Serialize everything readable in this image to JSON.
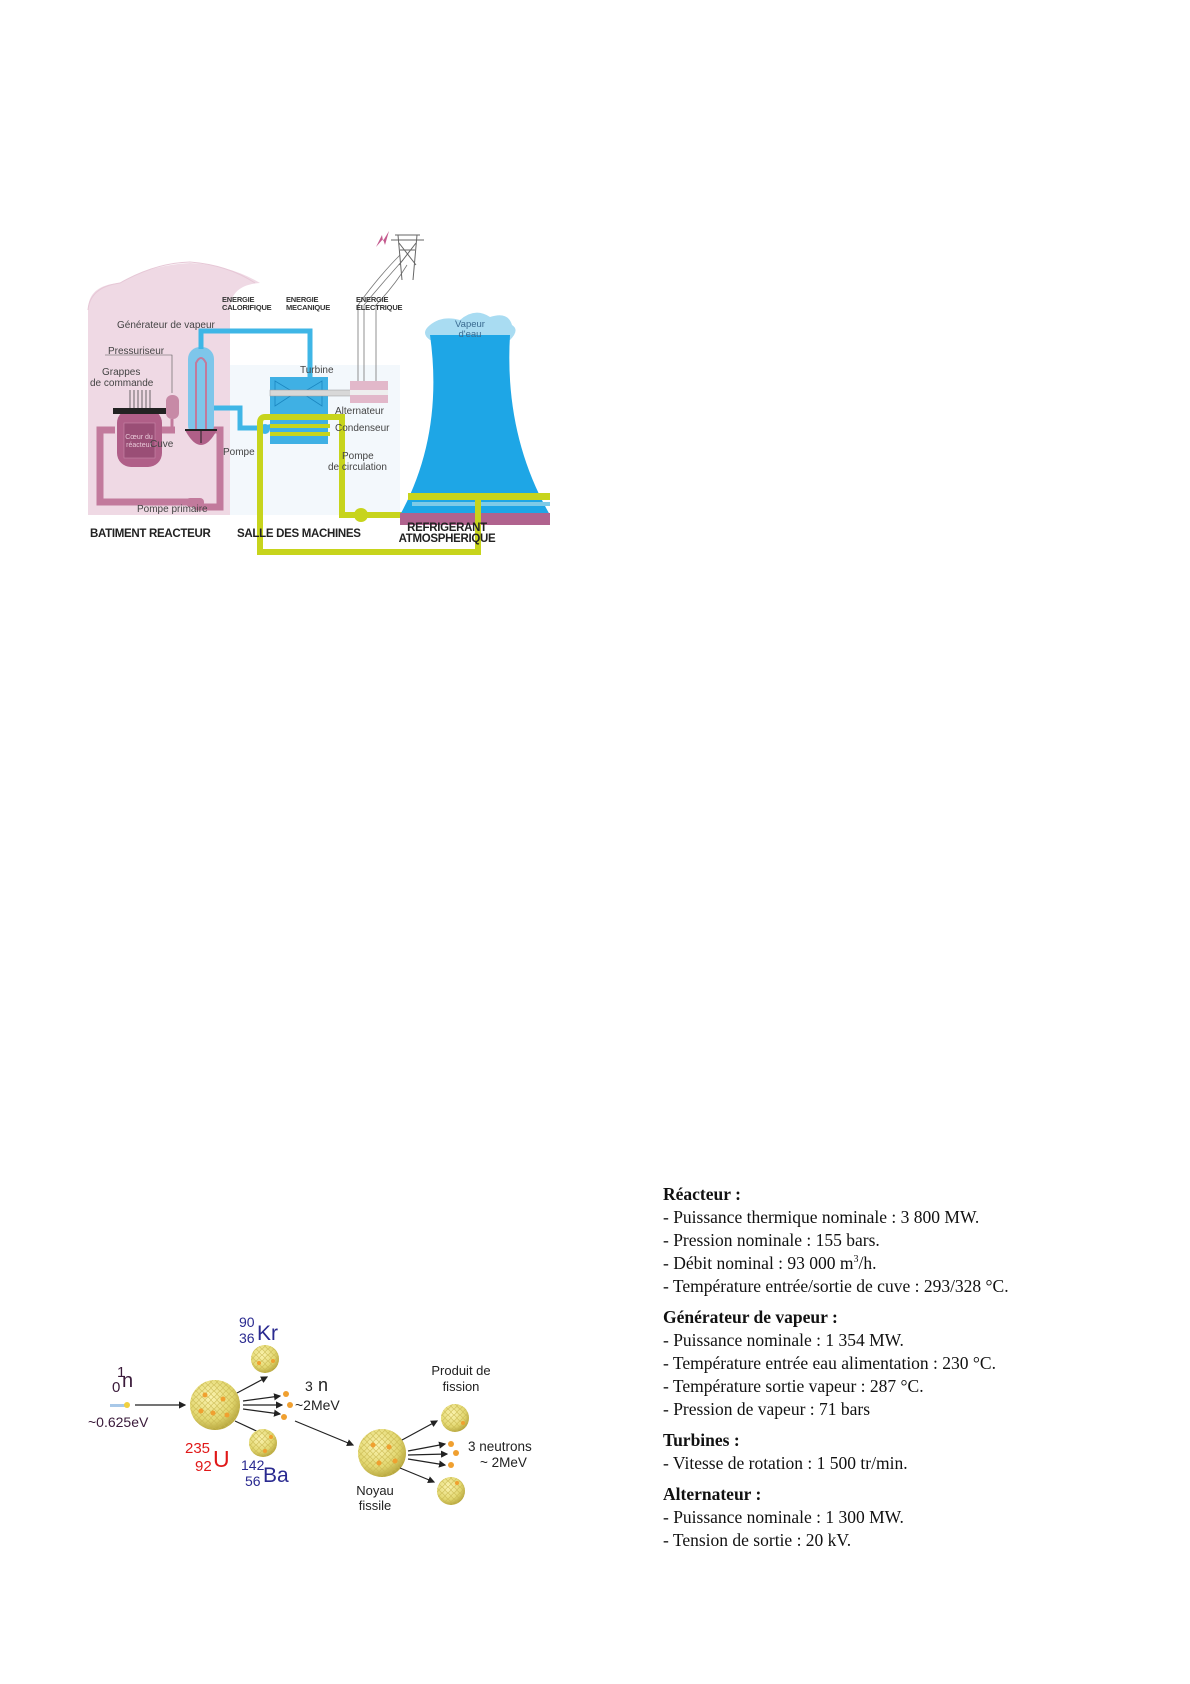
{
  "plant_diagram": {
    "energy_labels": {
      "calorifique": [
        "ENERGIE",
        "CALORIFIQUE"
      ],
      "mecanique": [
        "ENERGIE",
        "MECANIQUE"
      ],
      "electrique": [
        "ENERGIE",
        "ELECTRIQUE"
      ]
    },
    "component_labels": {
      "generateur": "Générateur de vapeur",
      "pressuriseur": "Pressuriseur",
      "grappes_1": "Grappes",
      "grappes_2": "de commande",
      "coeur_1": "Cœur du",
      "coeur_2": "réacteur",
      "cuve": "Cuve",
      "pompe": "Pompe",
      "pompe_primaire": "Pompe primaire",
      "turbine": "Turbine",
      "alternateur": "Alternateur",
      "condenseur": "Condenseur",
      "pompe_circ_1": "Pompe",
      "pompe_circ_2": "de circulation",
      "vapeur_1": "Vapeur",
      "vapeur_2": "d'eau"
    },
    "section_labels": {
      "batiment": "BATIMENT REACTEUR",
      "salle": "SALLE DES MACHINES",
      "refrigerant_1": "REFRIGERANT",
      "refrigerant_2": "ATMOSPHERIQUE"
    },
    "colors": {
      "building": "#e8cfdc",
      "primary_loop": "#c27a9c",
      "secondary_loop": "#3fb6e6",
      "cooling_loop": "#c7d41c",
      "tower": "#1ea6e6",
      "tower_base": "#b0638e"
    }
  },
  "fission_diagram": {
    "neutron": {
      "mass": "1",
      "charge": "0",
      "symbol": "n",
      "energy": "~0.625eV"
    },
    "uranium": {
      "mass": "235",
      "charge": "92",
      "symbol": "U"
    },
    "krypton": {
      "mass": "90",
      "charge": "36",
      "symbol": "Kr"
    },
    "barium": {
      "mass": "142",
      "charge": "56",
      "symbol": "Ba"
    },
    "neutrons_released": {
      "count": "3",
      "symbol": "n",
      "energy": "~2MeV"
    },
    "produit_1": "Produit de",
    "produit_2": "fission",
    "noyau_1": "Noyau",
    "noyau_2": "fissile",
    "neutrons_2_1": "3 neutrons",
    "neutrons_2_2": "~ 2MeV",
    "colors": {
      "nucleus": "#e8e07a",
      "proton": "#f0a030",
      "isotope_blue": "#2a2a90",
      "uranium_red": "#e01818"
    }
  },
  "specs": {
    "sections": [
      {
        "title": "Réacteur :",
        "items": [
          "- Puissance thermique nominale : 3 800 MW.",
          "- Pression nominale : 155 bars.",
          "- Débit nominal : 93 000 m",
          "- Température entrée/sortie de cuve : 293/328 °C."
        ],
        "debit_sup": "3",
        "debit_suffix": "/h."
      },
      {
        "title": "Générateur de vapeur :",
        "items": [
          "- Puissance nominale : 1 354 MW.",
          "- Température entrée eau alimentation : 230 °C.",
          "- Température sortie vapeur : 287 °C.",
          "- Pression de vapeur : 71 bars"
        ]
      },
      {
        "title": "Turbines :",
        "items": [
          "- Vitesse de rotation : 1 500 tr/min."
        ]
      },
      {
        "title": "Alternateur :",
        "items": [
          "- Puissance nominale : 1 300 MW.",
          "- Tension de sortie : 20 kV."
        ]
      }
    ]
  }
}
